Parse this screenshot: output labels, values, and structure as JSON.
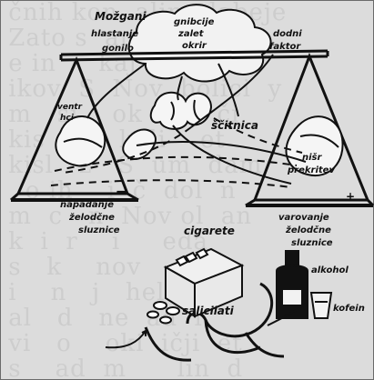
{
  "labels": {
    "brain_line1": "Možgani",
    "brain_line2": "hlastanje",
    "brain_line3": "gonilo",
    "cloud_line1": "gnibcije",
    "cloud_line2": "zalet",
    "cloud_line3": "okrir",
    "factor_line1": "dodni",
    "factor_line2": "faktor",
    "left_organ_line1": "ventr",
    "left_organ_line2": "hci",
    "thyroid": "ščitnica",
    "right_organ_line1": "nišr",
    "right_organ_line2": "prekritev",
    "left_pan_line1": "napadanje",
    "left_pan_line2": "želodčne",
    "left_pan_line3": "sluznice",
    "right_pan_line1": "varovanje",
    "right_pan_line2": "želodčne",
    "right_pan_line3": "sluznice",
    "cigarettes": "cigarete",
    "salicylates": "salicilati",
    "alcohol": "alkohol",
    "coffee": "kofein",
    "minus": "—",
    "plus": "+"
  }
}
